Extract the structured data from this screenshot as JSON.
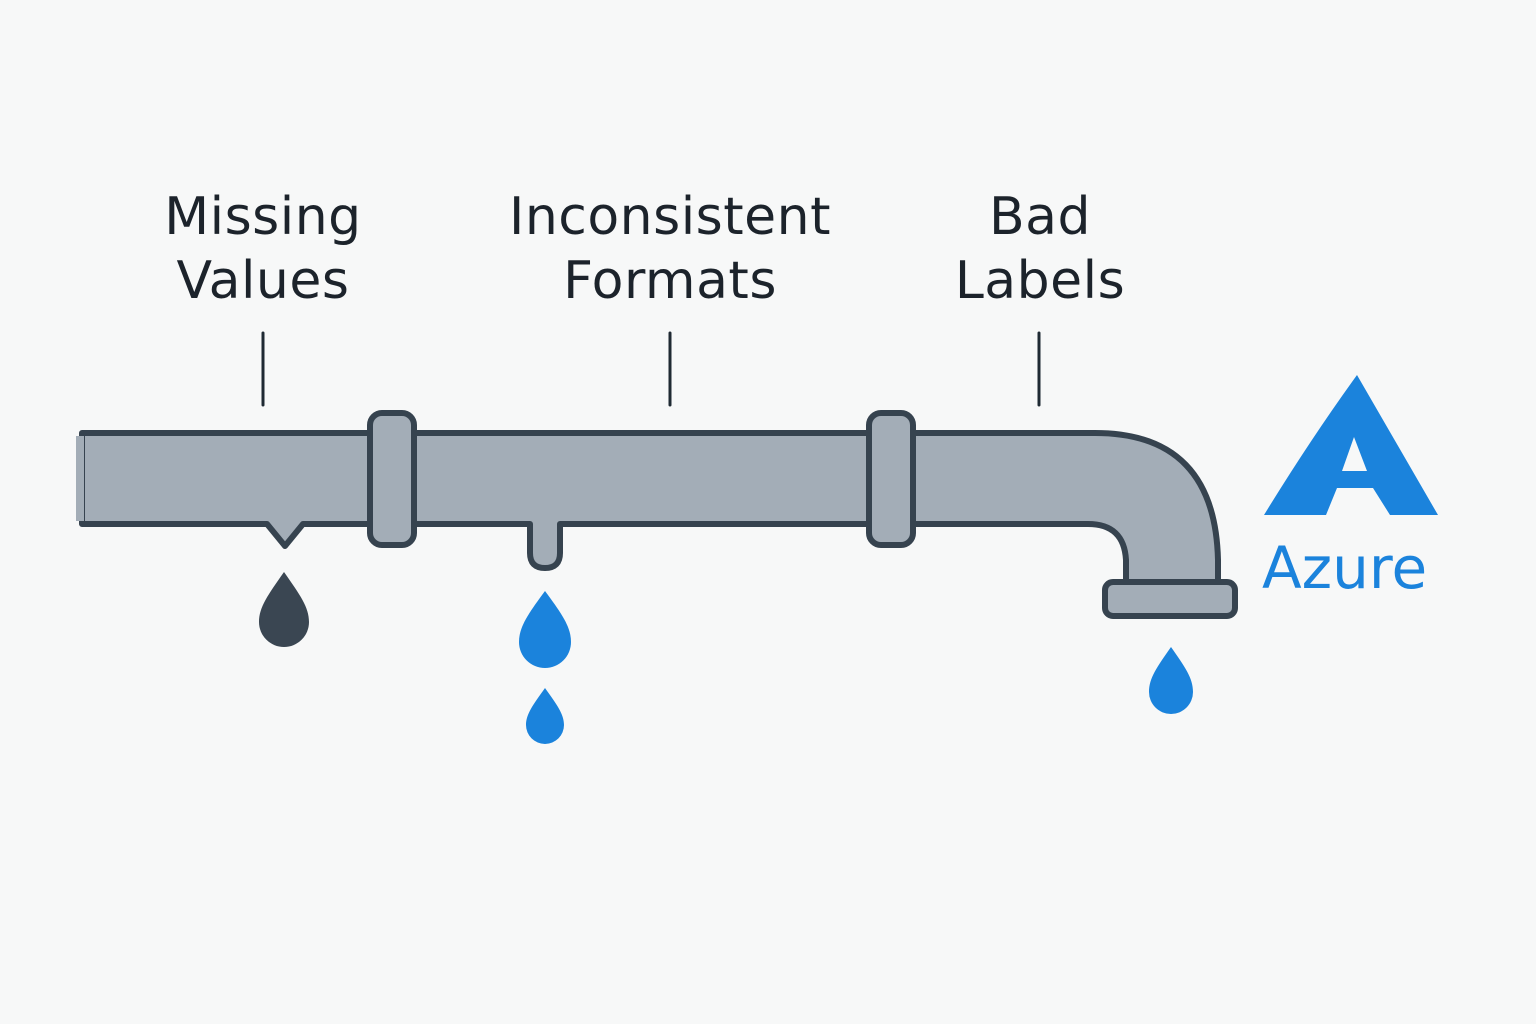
{
  "diagram": {
    "title": "Leaky data pipeline",
    "issues": [
      {
        "line1": "Missing",
        "line2": "Values",
        "drip_color": "#3a4652",
        "drops": 1
      },
      {
        "line1": "Inconsistent",
        "line2": "Formats",
        "drip_color": "#1b83dc",
        "drops": 2
      },
      {
        "line1": "Bad",
        "line2": "Labels",
        "drip_color": "#1b83dc",
        "drops": 1
      }
    ],
    "brand": {
      "name": "Azure",
      "icon": "azure-a-logo-icon",
      "color": "#1b83dc"
    },
    "colors": {
      "pipe_fill": "#a3adb7",
      "pipe_stroke": "#36434f",
      "label_text": "#1c232b",
      "background": "#f7f8f8"
    }
  }
}
